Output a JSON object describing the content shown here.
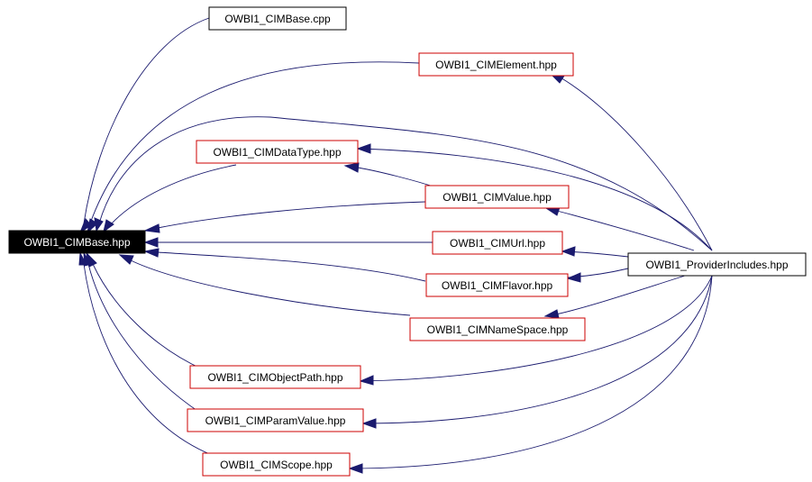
{
  "diagram": {
    "colors": {
      "edge": "#1a1a6e",
      "root_fill": "#000000",
      "root_text": "#ffffff",
      "plain_border": "#000000",
      "linked_border": "#cc0000"
    },
    "nodes": {
      "base": "OWBI1_CIMBase.hpp",
      "base_cpp": "OWBI1_CIMBase.cpp",
      "element": "OWBI1_CIMElement.hpp",
      "datatype": "OWBI1_CIMDataType.hpp",
      "value": "OWBI1_CIMValue.hpp",
      "url": "OWBI1_CIMUrl.hpp",
      "flavor": "OWBI1_CIMFlavor.hpp",
      "namespace": "OWBI1_CIMNameSpace.hpp",
      "objectpath": "OWBI1_CIMObjectPath.hpp",
      "paramvalue": "OWBI1_CIMParamValue.hpp",
      "scope": "OWBI1_CIMScope.hpp",
      "provider": "OWBI1_ProviderIncludes.hpp"
    }
  }
}
